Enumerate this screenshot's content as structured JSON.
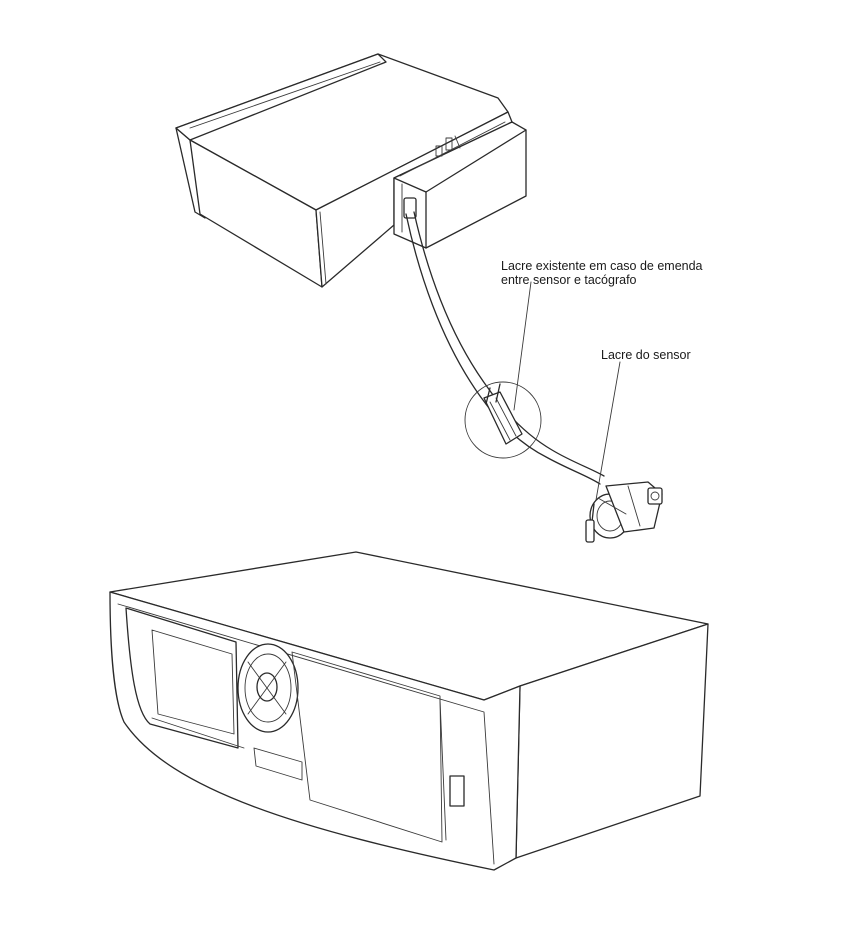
{
  "annotations": {
    "splice_seal_line1": "Lacre existente em caso de emenda",
    "splice_seal_line2": "entre sensor e tacógrafo",
    "sensor_seal": "Lacre do sensor"
  }
}
